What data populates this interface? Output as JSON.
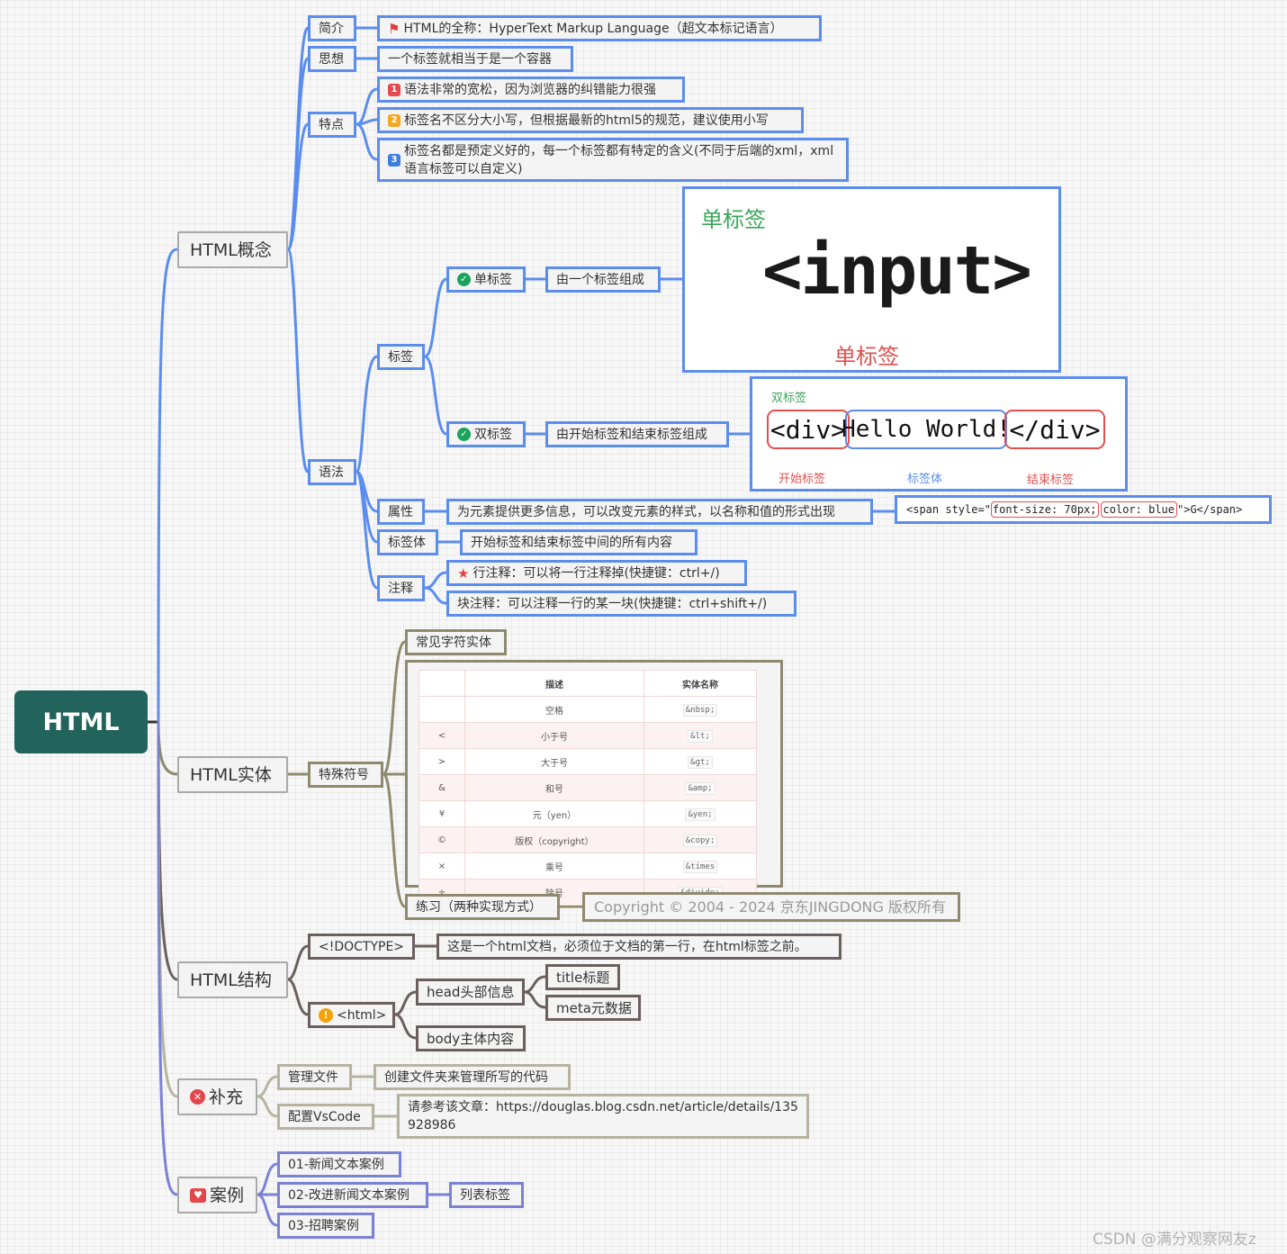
{
  "root": "HTML",
  "concept": {
    "label": "HTML概念",
    "intro": {
      "label": "简介",
      "text": "HTML的全称：HyperText Markup Language（超文本标记语言）"
    },
    "idea": {
      "label": "思想",
      "text": "一个标签就相当于是一个容器"
    },
    "features": {
      "label": "特点",
      "items": [
        {
          "num": "1",
          "text": "语法非常的宽松，因为浏览器的纠错能力很强"
        },
        {
          "num": "2",
          "text": "标签名不区分大小写，但根据最新的html5的规范，建议使用小写"
        },
        {
          "num": "3",
          "text": "标签名都是预定义好的，每一个标签都有特定的含义(不同于后端的xml，xml语言标签可以自定义)"
        }
      ]
    },
    "syntax": {
      "label": "语法",
      "tag": {
        "label": "标签",
        "single": {
          "label": "单标签",
          "desc": "由一个标签组成"
        },
        "double": {
          "label": "双标签",
          "desc": "由开始标签和结束标签组成"
        }
      },
      "attr": {
        "label": "属性",
        "desc": "为元素提供更多信息，可以改变元素的样式，以名称和值的形式出现"
      },
      "body": {
        "label": "标签体",
        "desc": "开始标签和结束标签中间的所有内容"
      },
      "comment": {
        "label": "注释",
        "line": "行注释：可以将一行注释掉(快捷键：ctrl+/)",
        "block": "块注释：可以注释一行的某一块(快捷键：ctrl+shift+/)"
      }
    },
    "single_img": {
      "title": "单标签",
      "code": "<input>",
      "caption": "单标签"
    },
    "double_img": {
      "title": "双标签",
      "open": "<div>",
      "body": "Hello World!",
      "close": "</div>",
      "open_label": "开始标签",
      "body_label": "标签体",
      "close_label": "结束标签"
    },
    "attr_img": {
      "pre": "<span style=\"",
      "seg1": "font-size: 70px;",
      "seg2": "color: blue",
      "post": "\">G</span>"
    }
  },
  "entity": {
    "label": "HTML实体",
    "special": "特殊符号",
    "common": "常见字符实体",
    "table": {
      "headers": [
        "",
        "描述",
        "实体名称"
      ],
      "rows": [
        [
          "",
          "空格",
          "&nbsp;"
        ],
        [
          "<",
          "小于号",
          "&lt;"
        ],
        [
          ">",
          "大于号",
          "&gt;"
        ],
        [
          "&",
          "和号",
          "&amp;"
        ],
        [
          "¥",
          "元（yen）",
          "&yen;"
        ],
        [
          "©",
          "版权（copyright）",
          "&copy;"
        ],
        [
          "×",
          "乘号",
          "&times"
        ],
        [
          "÷",
          "除号",
          "&divide;"
        ]
      ]
    },
    "practice": "练习（两种实现方式）",
    "practice_result": "Copyright © 2004 - 2024  京东JINGDONG 版权所有"
  },
  "structure": {
    "label": "HTML结构",
    "doctype": "<!DOCTYPE>",
    "doctype_desc": "这是一个html文档，必须位于文档的第一行，在html标签之前。",
    "html": "<html>",
    "head": "head头部信息",
    "title": "title标题",
    "meta": "meta元数据",
    "body": "body主体内容"
  },
  "supplement": {
    "label": "补充",
    "manage": "管理文件",
    "manage_desc": "创建文件夹来管理所写的代码",
    "vscode": "配置VsCode",
    "vscode_desc": "请参考该文章：https://douglas.blog.csdn.net/article/details/135928986"
  },
  "cases": {
    "label": "案例",
    "items": [
      "01-新闻文本案例",
      "02-改进新闻文本案例",
      "03-招聘案例"
    ],
    "list_tag": "列表标签"
  },
  "watermark": "CSDN @满分观察网友z",
  "colors": {
    "root": "#22635c",
    "blue": "#5b8def",
    "olive": "#8f8a6e",
    "brown": "#6b5f5f",
    "tan": "#b6b39e",
    "violet": "#7b82d6"
  }
}
